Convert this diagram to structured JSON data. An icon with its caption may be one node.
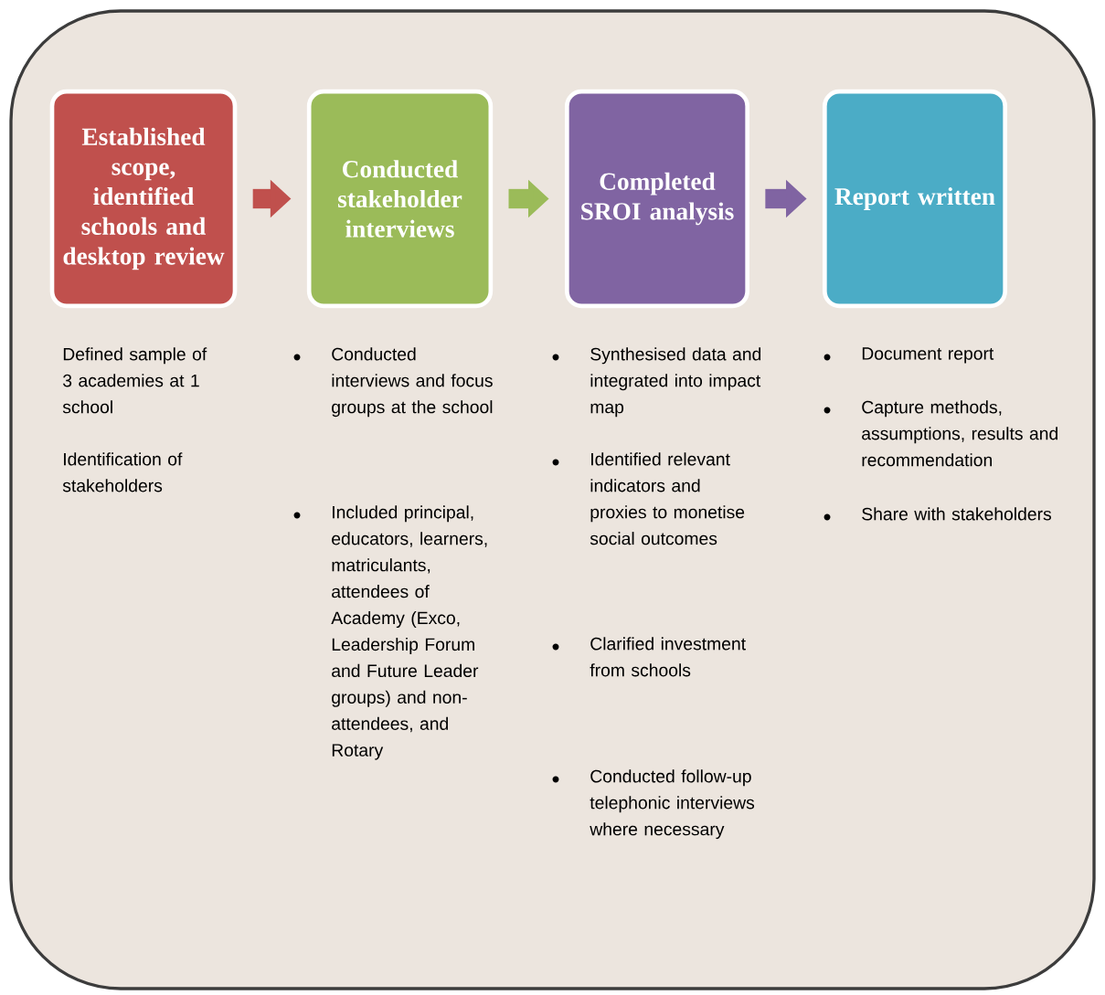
{
  "diagram": {
    "nodes": [
      {
        "text": [
          "Established scope, identified schools and desktop review"
        ]
      },
      {
        "text": [
          "Conducted stakeholder interviews"
        ]
      },
      {
        "text": [
          "Completed SROI analysis"
        ]
      },
      {
        "text": [
          "Report written"
        ]
      }
    ],
    "edges": [
      {
        "from": 0,
        "to": 1,
        "arrow": "to",
        "color": "#c0504d"
      },
      {
        "from": 1,
        "to": 2,
        "arrow": "to",
        "color": "#9bbb59"
      },
      {
        "from": 2,
        "to": 3,
        "arrow": "to",
        "color": "#8064a2"
      }
    ],
    "labels": [
      "Defined sample of 3 academies at 1 school",
      "Identification of stakeholders",
      "Conducted interviews and focus groups at the school",
      "Included principal, educators, learners, matriculants, attendees of Academy (Exco, Leadership Forum and Future Leader groups) and non-attendees, and Rotary",
      "Synthesised data and integrated into impact map",
      "Identified relevant indicators and proxies to monetise social outcomes",
      "Clarified investment from schools",
      "Conducted follow-up telephonic interviews where necessary",
      "Document report",
      "Capture methods, assumptions, results and recommendation",
      "Share with stakeholders"
    ]
  }
}
